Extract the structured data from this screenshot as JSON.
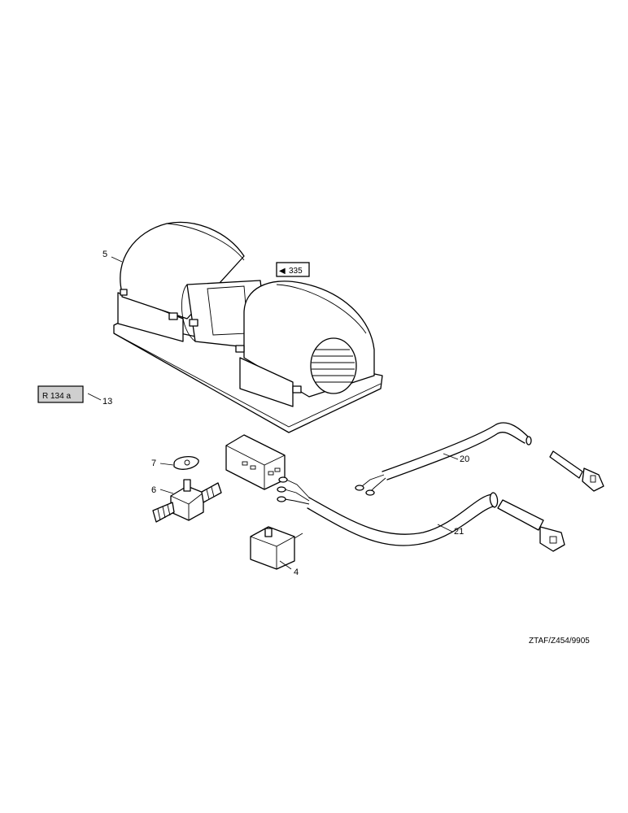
{
  "callouts": {
    "c5": "5",
    "c7": "7",
    "c6": "6",
    "c13": "13",
    "c20": "20",
    "c21": "21",
    "c4": "4"
  },
  "ref_box": {
    "arrow": "◀",
    "value": "335"
  },
  "refrigerant_badge": "R 134 a",
  "drawing_code": "ZTAF/Z454/9905"
}
